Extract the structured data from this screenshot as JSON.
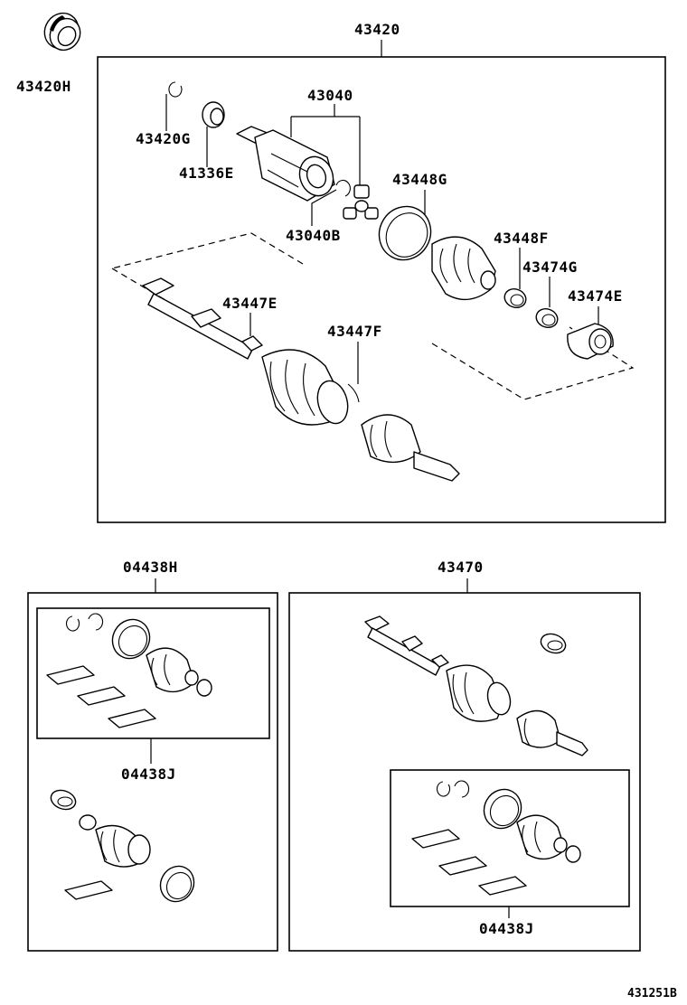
{
  "labels": {
    "assembly_main": "43420",
    "oil_seal": "43420H",
    "snap_ring": "43420G",
    "bearing": "41336E",
    "inboard_joint": "43040",
    "tripod_ring": "43040B",
    "boot_clamp_large": "43448G",
    "boot_clamp_small": "43448F",
    "boot_clamp_g": "43474G",
    "damper": "43474E",
    "clamp_e": "43447E",
    "clamp_f": "43447F",
    "boot_kit_h": "04438H",
    "boot_kit_j_left": "04438J",
    "assembly_right": "43470",
    "boot_kit_j_right": "04438J",
    "figure_number": "431251B"
  }
}
